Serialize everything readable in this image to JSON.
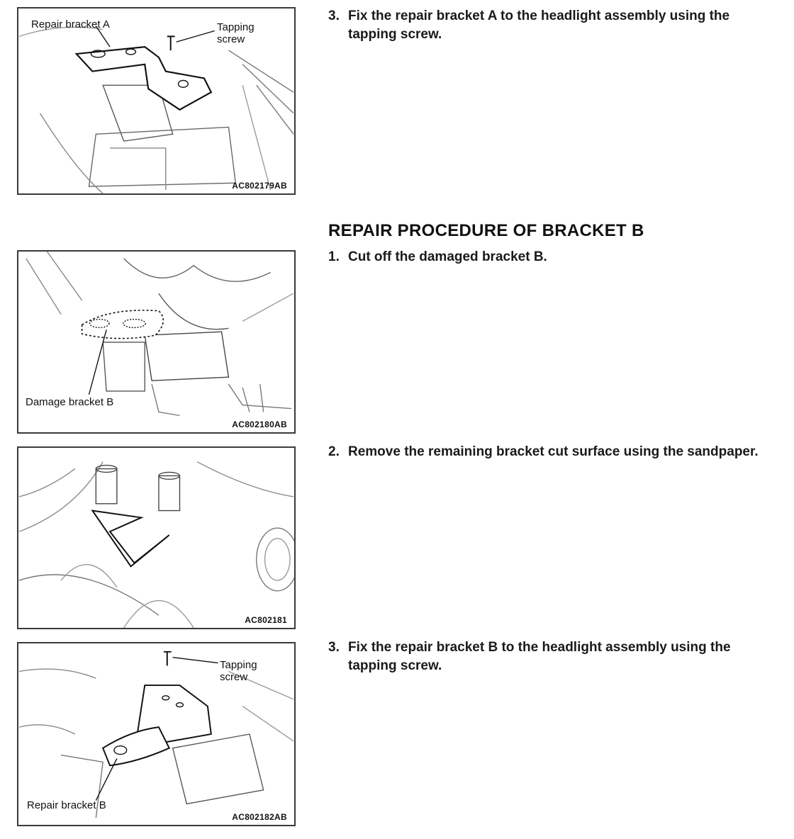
{
  "figures": [
    {
      "code": "AC802179AB",
      "labels": [
        "Repair bracket A",
        "Tapping screw"
      ]
    },
    {
      "code": "AC802180AB",
      "labels": [
        "Damage bracket B"
      ]
    },
    {
      "code": "AC802181",
      "labels": []
    },
    {
      "code": "AC802182AB",
      "labels": [
        "Tapping screw",
        "Repair bracket B"
      ]
    }
  ],
  "steps_a": [
    {
      "num": "3.",
      "text": "Fix the repair bracket A to the headlight assembly using the tapping screw."
    }
  ],
  "section_b": {
    "heading": "REPAIR PROCEDURE OF BRACKET B",
    "steps": [
      {
        "num": "1.",
        "text": "Cut off the damaged bracket B."
      },
      {
        "num": "2.",
        "text": "Remove the remaining bracket cut surface using the sandpaper."
      },
      {
        "num": "3.",
        "text": "Fix the repair bracket B to the headlight assembly using the tapping screw."
      }
    ]
  }
}
